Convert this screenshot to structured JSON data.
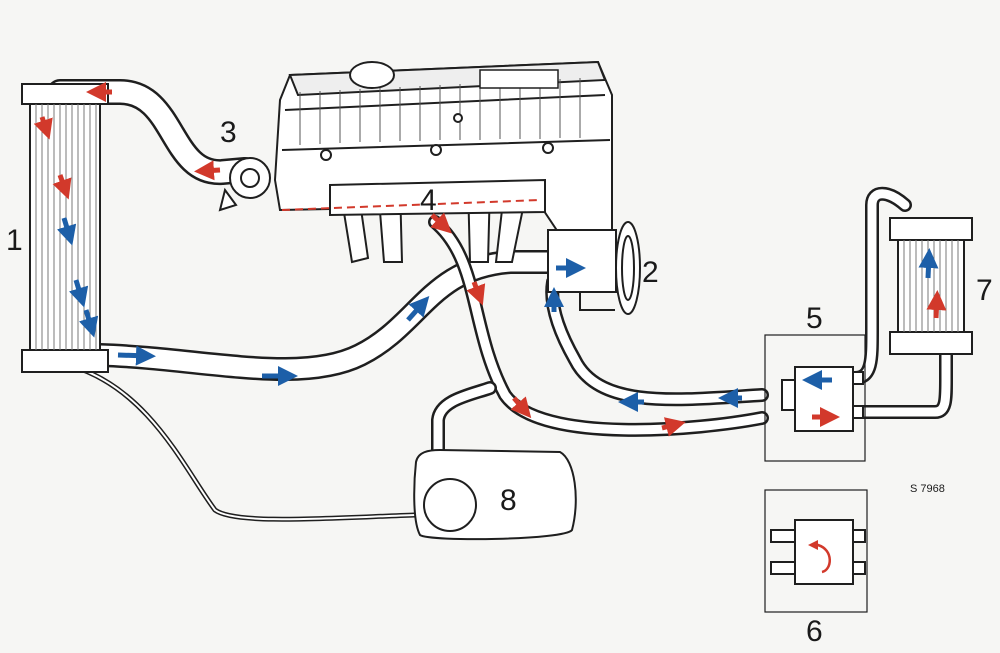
{
  "colors": {
    "background": "#f6f6f4",
    "line": "#1f1f1f",
    "fill": "#ffffff",
    "hot_arrow": "#d2392b",
    "cold_arrow": "#1d5fa8"
  },
  "labels": {
    "radiator": "1",
    "water_pump": "2",
    "thermostat": "3",
    "outlet": "4",
    "heater_valve": "5",
    "valve_detail": "6",
    "heater_core": "7",
    "expansion_tank": "8"
  },
  "reference_code": "S 7968"
}
